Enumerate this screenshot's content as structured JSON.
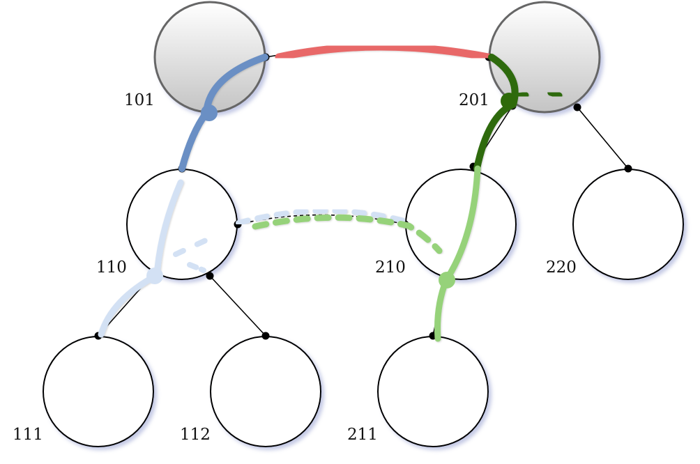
{
  "nodes": [
    {
      "id": "101",
      "label": "101",
      "style": "gray"
    },
    {
      "id": "201",
      "label": "201",
      "style": "gray"
    },
    {
      "id": "110",
      "label": "110",
      "style": "white"
    },
    {
      "id": "210",
      "label": "210",
      "style": "white"
    },
    {
      "id": "220",
      "label": "220",
      "style": "white"
    },
    {
      "id": "111",
      "label": "111",
      "style": "white"
    },
    {
      "id": "112",
      "label": "112",
      "style": "white"
    },
    {
      "id": "211",
      "label": "211",
      "style": "white"
    }
  ],
  "edges": [
    {
      "from": "101",
      "to": "201",
      "type": "solid"
    },
    {
      "from": "101",
      "to": "110",
      "type": "solid"
    },
    {
      "from": "110",
      "to": "111",
      "type": "solid"
    },
    {
      "from": "110",
      "to": "112",
      "type": "solid"
    },
    {
      "from": "201",
      "to": "210",
      "type": "solid"
    },
    {
      "from": "201",
      "to": "220",
      "type": "solid"
    },
    {
      "from": "210",
      "to": "211",
      "type": "solid"
    },
    {
      "from": "110",
      "to": "210",
      "type": "dashed"
    }
  ],
  "paths": [
    {
      "name": "red-path",
      "color": "#e86868",
      "style": "solid"
    },
    {
      "name": "dark-blue-path",
      "color": "#6a8fc4",
      "style": "solid"
    },
    {
      "name": "light-blue-solid-path",
      "color": "#d3e1f4",
      "style": "solid"
    },
    {
      "name": "light-blue-dashed-path",
      "color": "#d3e1f4",
      "style": "dashed"
    },
    {
      "name": "dark-green-path",
      "color": "#2e6a0a",
      "style": "solid"
    },
    {
      "name": "dark-green-dashed-path",
      "color": "#2e6a0a",
      "style": "dashed"
    },
    {
      "name": "light-green-solid-path",
      "color": "#96d27a",
      "style": "solid"
    },
    {
      "name": "light-green-dashed-path",
      "color": "#96d27a",
      "style": "dashed"
    }
  ]
}
